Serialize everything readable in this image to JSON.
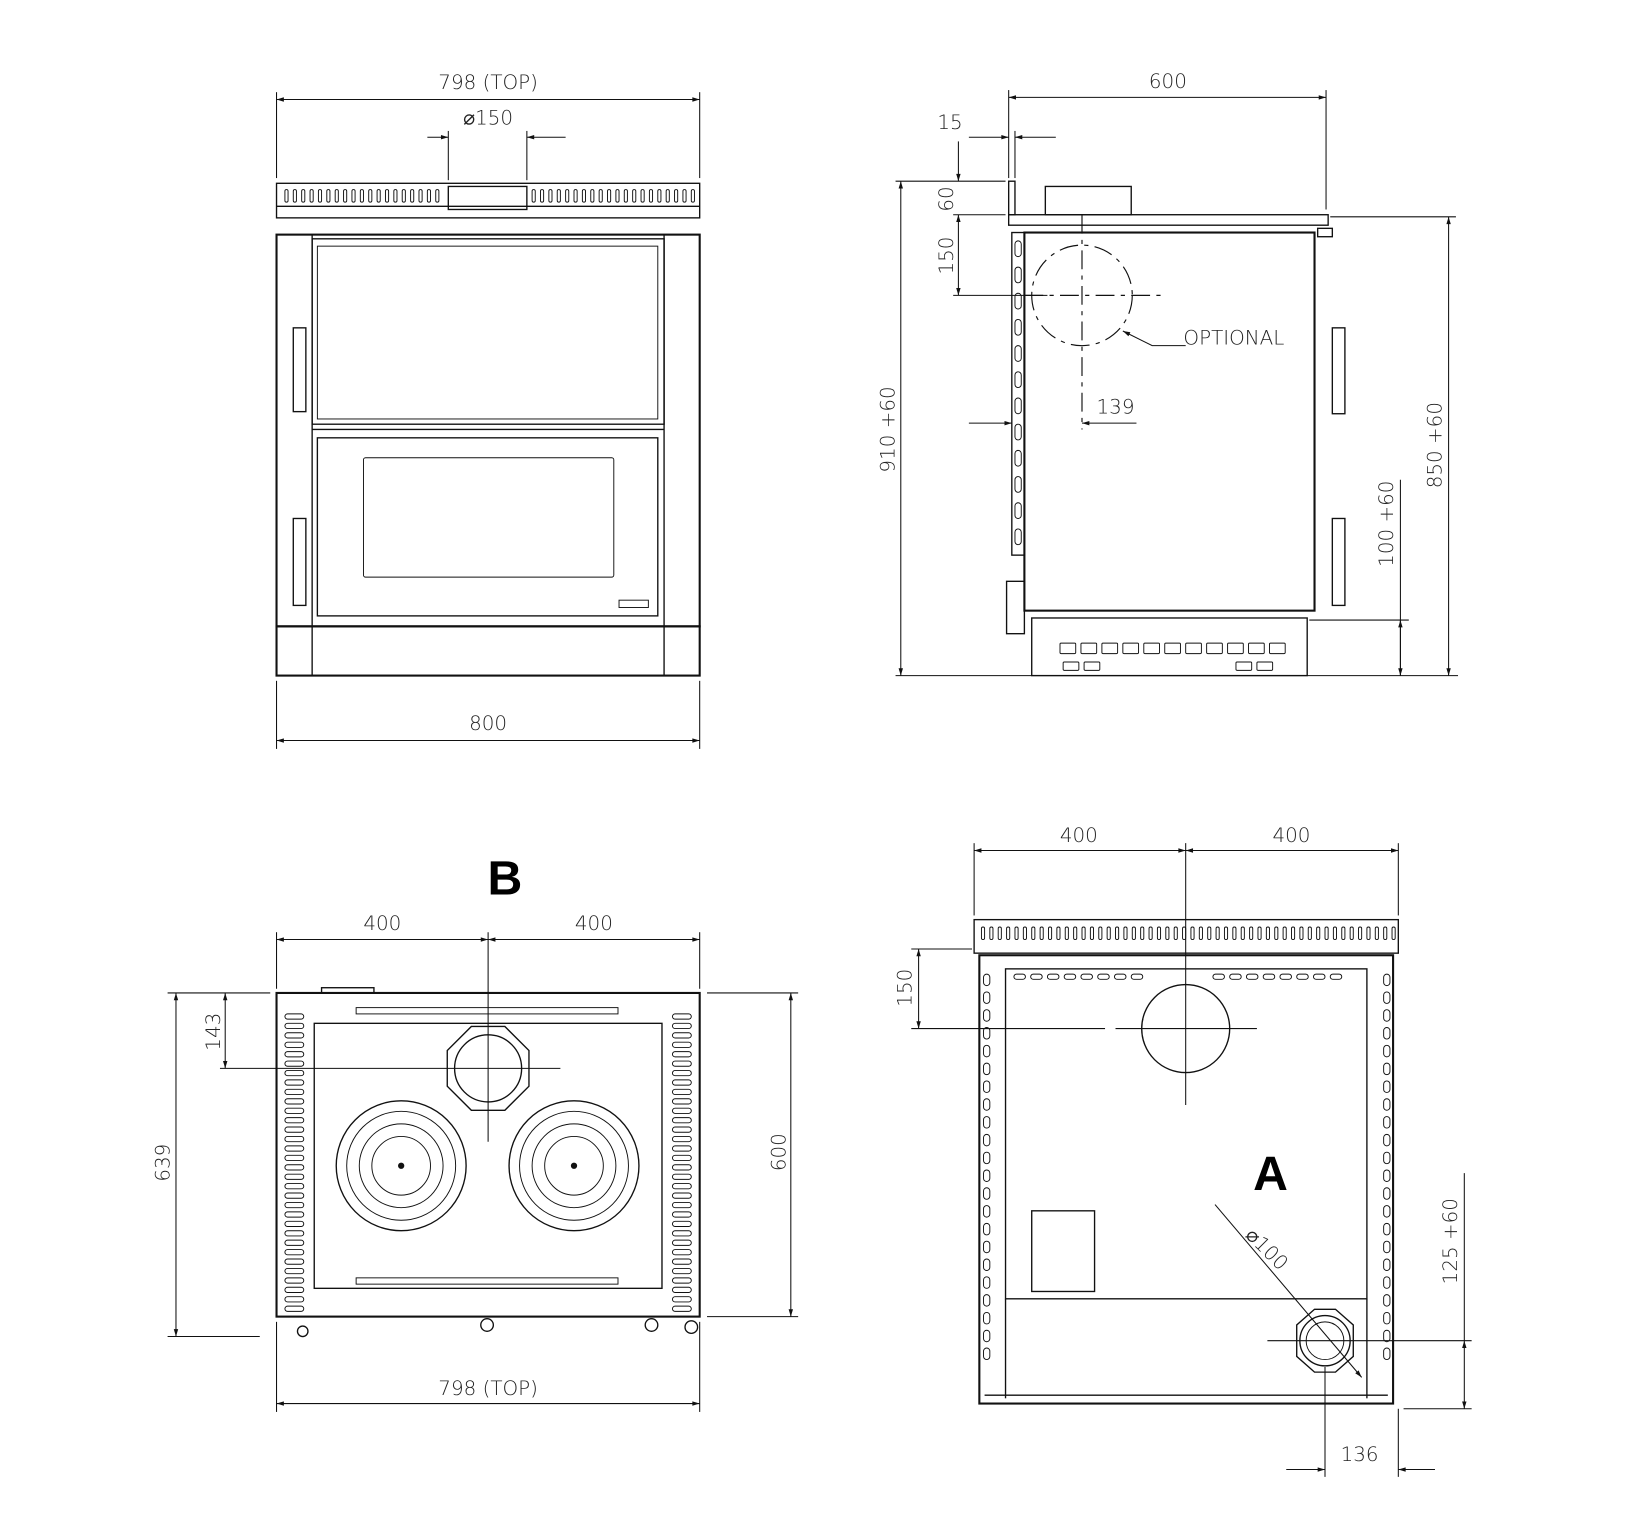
{
  "views": {
    "front": {
      "top_width": "798  (TOP)",
      "flue_diameter": "⌀150",
      "base_width": "800"
    },
    "side": {
      "depth": "600",
      "back_offset": "15",
      "flue_height": "60",
      "optional_flue_drop": "150",
      "total_height": "910  +60",
      "optional_flue_offset": "139",
      "optional_label": "OPTIONAL",
      "worktop_height": "850  +60",
      "plinth_height": "100  +60"
    },
    "top": {
      "label": "B",
      "left_half": "400",
      "right_half": "400",
      "flue_from_back": "143",
      "total_depth": "639",
      "body_depth": "600",
      "top_width": "798  (TOP)"
    },
    "back": {
      "label": "A",
      "left_half": "400",
      "right_half": "400",
      "flue_from_top": "150",
      "air_inlet_diameter": "⌀100",
      "air_inlet_height": "125  +60",
      "air_inlet_offset": "136"
    }
  },
  "colors": {
    "line": "#111111",
    "background": "#ffffff"
  }
}
